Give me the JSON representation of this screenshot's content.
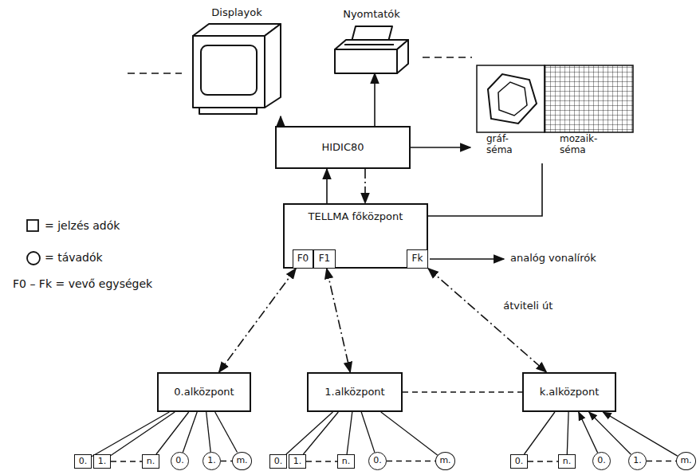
{
  "diagram": {
    "nodes": [
      {
        "text": [
          "Displayok"
        ]
      },
      {
        "text": [
          "Nyomtatók"
        ]
      },
      {
        "text": [
          "HIDIC80"
        ]
      },
      {
        "text": [
          "gráf- séma",
          "mozaik- séma"
        ]
      },
      {
        "text": [
          "TELLMA főközpont"
        ]
      },
      {
        "text": [
          "F0"
        ],
        "in": 4
      },
      {
        "text": [
          "F1"
        ],
        "in": 4
      },
      {
        "text": [
          "Fk"
        ],
        "in": 4
      },
      {
        "text": [
          "0.alközpont"
        ]
      },
      {
        "text": [
          "1.alközpont"
        ]
      },
      {
        "text": [
          "k.alközpont"
        ]
      },
      {
        "text": [
          "0."
        ]
      },
      {
        "text": [
          "1."
        ]
      },
      {
        "text": [
          "n."
        ]
      },
      {
        "text": [
          "0."
        ]
      },
      {
        "text": [
          "1."
        ]
      },
      {
        "text": [
          "m."
        ]
      },
      {
        "text": [
          "0."
        ]
      },
      {
        "text": [
          "1."
        ]
      },
      {
        "text": [
          "n."
        ]
      },
      {
        "text": [
          "0."
        ]
      },
      {
        "text": [
          "m."
        ]
      },
      {
        "text": [
          "0."
        ]
      },
      {
        "text": [
          "n."
        ]
      },
      {
        "text": [
          "0."
        ]
      },
      {
        "text": [
          "1."
        ]
      },
      {
        "text": [
          "m."
        ]
      }
    ],
    "edges": [
      {
        "from": 2,
        "to": 0,
        "arrow": "to"
      },
      {
        "from": 2,
        "to": 1,
        "arrow": "to"
      },
      {
        "from": 4,
        "to": 2,
        "arrow": "to"
      },
      {
        "from": 2,
        "to": 4,
        "arrow": "to"
      },
      {
        "from": 2,
        "to": 3,
        "arrow": "to"
      },
      {
        "from": 4,
        "to": 3,
        "arrow": "none"
      },
      {
        "from": 5,
        "to": 8,
        "arrow": "both"
      },
      {
        "from": 6,
        "to": 9,
        "arrow": "both"
      },
      {
        "from": 7,
        "to": 10,
        "label": "átviteli út",
        "arrow": "both"
      },
      {
        "from": 9,
        "to": 10,
        "arrow": "none"
      },
      {
        "from": 6,
        "to": 7,
        "arrow": "none"
      },
      {
        "from": 8,
        "to": 11,
        "arrow": "none"
      },
      {
        "from": 8,
        "to": 12,
        "arrow": "none"
      },
      {
        "from": 8,
        "to": 13,
        "arrow": "none"
      },
      {
        "from": 8,
        "to": 14,
        "arrow": "none"
      },
      {
        "from": 8,
        "to": 15,
        "arrow": "none"
      },
      {
        "from": 8,
        "to": 16,
        "arrow": "none"
      },
      {
        "from": 9,
        "to": 17,
        "arrow": "none"
      },
      {
        "from": 9,
        "to": 18,
        "arrow": "none"
      },
      {
        "from": 9,
        "to": 19,
        "arrow": "none"
      },
      {
        "from": 9,
        "to": 20,
        "arrow": "none"
      },
      {
        "from": 9,
        "to": 21,
        "arrow": "none"
      },
      {
        "from": 10,
        "to": 22,
        "arrow": "none"
      },
      {
        "from": 10,
        "to": 23,
        "arrow": "none"
      },
      {
        "from": 24,
        "to": 10,
        "arrow": "to"
      },
      {
        "from": 25,
        "to": 10,
        "arrow": "to"
      },
      {
        "from": 26,
        "to": 10,
        "arrow": "to"
      },
      {
        "from": 12,
        "to": 13,
        "arrow": "none"
      },
      {
        "from": 15,
        "to": 16,
        "arrow": "none"
      },
      {
        "from": 18,
        "to": 19,
        "arrow": "none"
      },
      {
        "from": 20,
        "to": 21,
        "arrow": "none"
      },
      {
        "from": 22,
        "to": 23,
        "arrow": "none"
      },
      {
        "from": 25,
        "to": 26,
        "arrow": "none"
      }
    ],
    "labels": [
      "analóg vonalírók"
    ],
    "legend": [
      {
        "text": "= jelzés adók"
      },
      {
        "text": "= távadók"
      },
      {
        "text": "F0 – Fk = vevő egységek"
      }
    ]
  }
}
